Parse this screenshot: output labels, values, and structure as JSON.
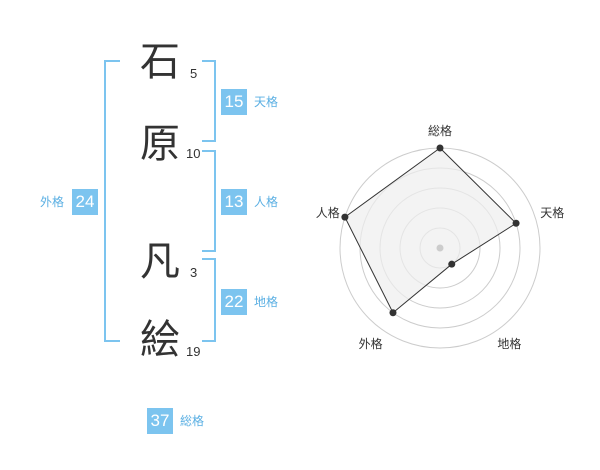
{
  "name": {
    "chars": [
      {
        "char": "石",
        "strokes": "5"
      },
      {
        "char": "原",
        "strokes": "10"
      },
      {
        "char": "凡",
        "strokes": "3"
      },
      {
        "char": "絵",
        "strokes": "19"
      }
    ]
  },
  "fortune": {
    "tenkaku": {
      "value": "15",
      "label": "天格"
    },
    "jinkaku": {
      "value": "13",
      "label": "人格"
    },
    "chikaku": {
      "value": "22",
      "label": "地格"
    },
    "gaikaku": {
      "value": "24",
      "label": "外格"
    },
    "soukaku": {
      "value": "37",
      "label": "総格"
    }
  },
  "radar": {
    "axes": [
      "総格",
      "天格",
      "地格",
      "外格",
      "人格"
    ],
    "values": [
      5,
      4,
      1,
      4,
      5
    ],
    "max": 5,
    "rings": 5,
    "colors": {
      "fill": "#eeeeee",
      "line": "#333333",
      "ring": "#cccccc",
      "center": "#cccccc"
    }
  },
  "colors": {
    "accent": "#7cc4ef",
    "accent_text": "#5aafe3"
  }
}
